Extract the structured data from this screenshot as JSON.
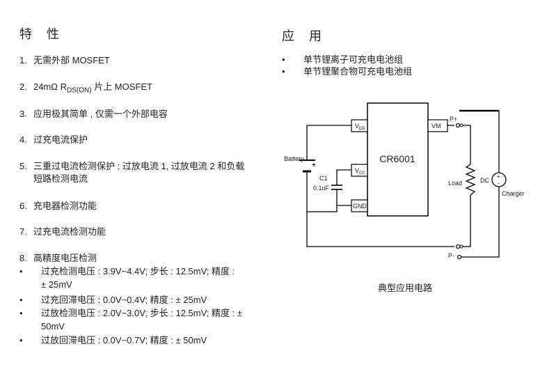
{
  "features": {
    "heading": "特 性",
    "items": [
      {
        "num": "1.",
        "text": "无需外部 MOSFET"
      },
      {
        "num": "2.",
        "pre": "24mΩ R",
        "sub": "DS(ON)",
        "post": " 片上 MOSFET"
      },
      {
        "num": "3.",
        "text": "应用极其简单 , 仅需一个外部电容"
      },
      {
        "num": "4.",
        "text": "过充电流保护"
      },
      {
        "num": "5.",
        "text": "三重过电流检测保护 : 过放电流 1, 过放电流 2 和负载",
        "text2": "短路检测电流"
      },
      {
        "num": "6.",
        "text": "充电器检测功能"
      },
      {
        "num": "7.",
        "text": "过充电流检测功能"
      },
      {
        "num": "8.",
        "text": "高精度电压检测"
      }
    ],
    "sub_bullet": "•",
    "subitems": [
      {
        "line1": "过充检测电压 : 3.9V~4.4V;  步长 : 12.5mV;  精度 :",
        "line2": "± 25mV"
      },
      {
        "line1": "过充回滞电压 : 0.0V~0.4V;  精度 : ± 25mV",
        "line2": ""
      },
      {
        "line1": "过放检测电压 : 2.0V~3.0V; 步长 : 12.5mV;  精度 : ±",
        "line2": "50mV"
      },
      {
        "line1": "过放回滞电压 :  0.0V~0.7V;   精度 : ± 50mV",
        "line2": ""
      }
    ]
  },
  "applications": {
    "heading": "应 用",
    "bullet": "•",
    "items": [
      "单节锂离子可充电电池组",
      "单节锂聚合物可充电电池组"
    ]
  },
  "circuit": {
    "chip_label": "CR6001",
    "pin_vdd": {
      "main": "V",
      "sub": "DD"
    },
    "pin_vcc": {
      "main": "V",
      "sub": "CC"
    },
    "pin_gnd": "GND",
    "pin_vm": "VM",
    "battery_label": "Battery",
    "battery_plus": "+",
    "cap_label": "C1",
    "cap_value": "0.1uF",
    "load_label": "Load",
    "dc_label": "DC",
    "charger_label": "Charger",
    "p_plus": "P+",
    "p_minus": "P-",
    "src_plus": "+",
    "src_minus": "-",
    "caption": "典型应用电路"
  },
  "colors": {
    "text": "#222222",
    "line": "#000000"
  }
}
